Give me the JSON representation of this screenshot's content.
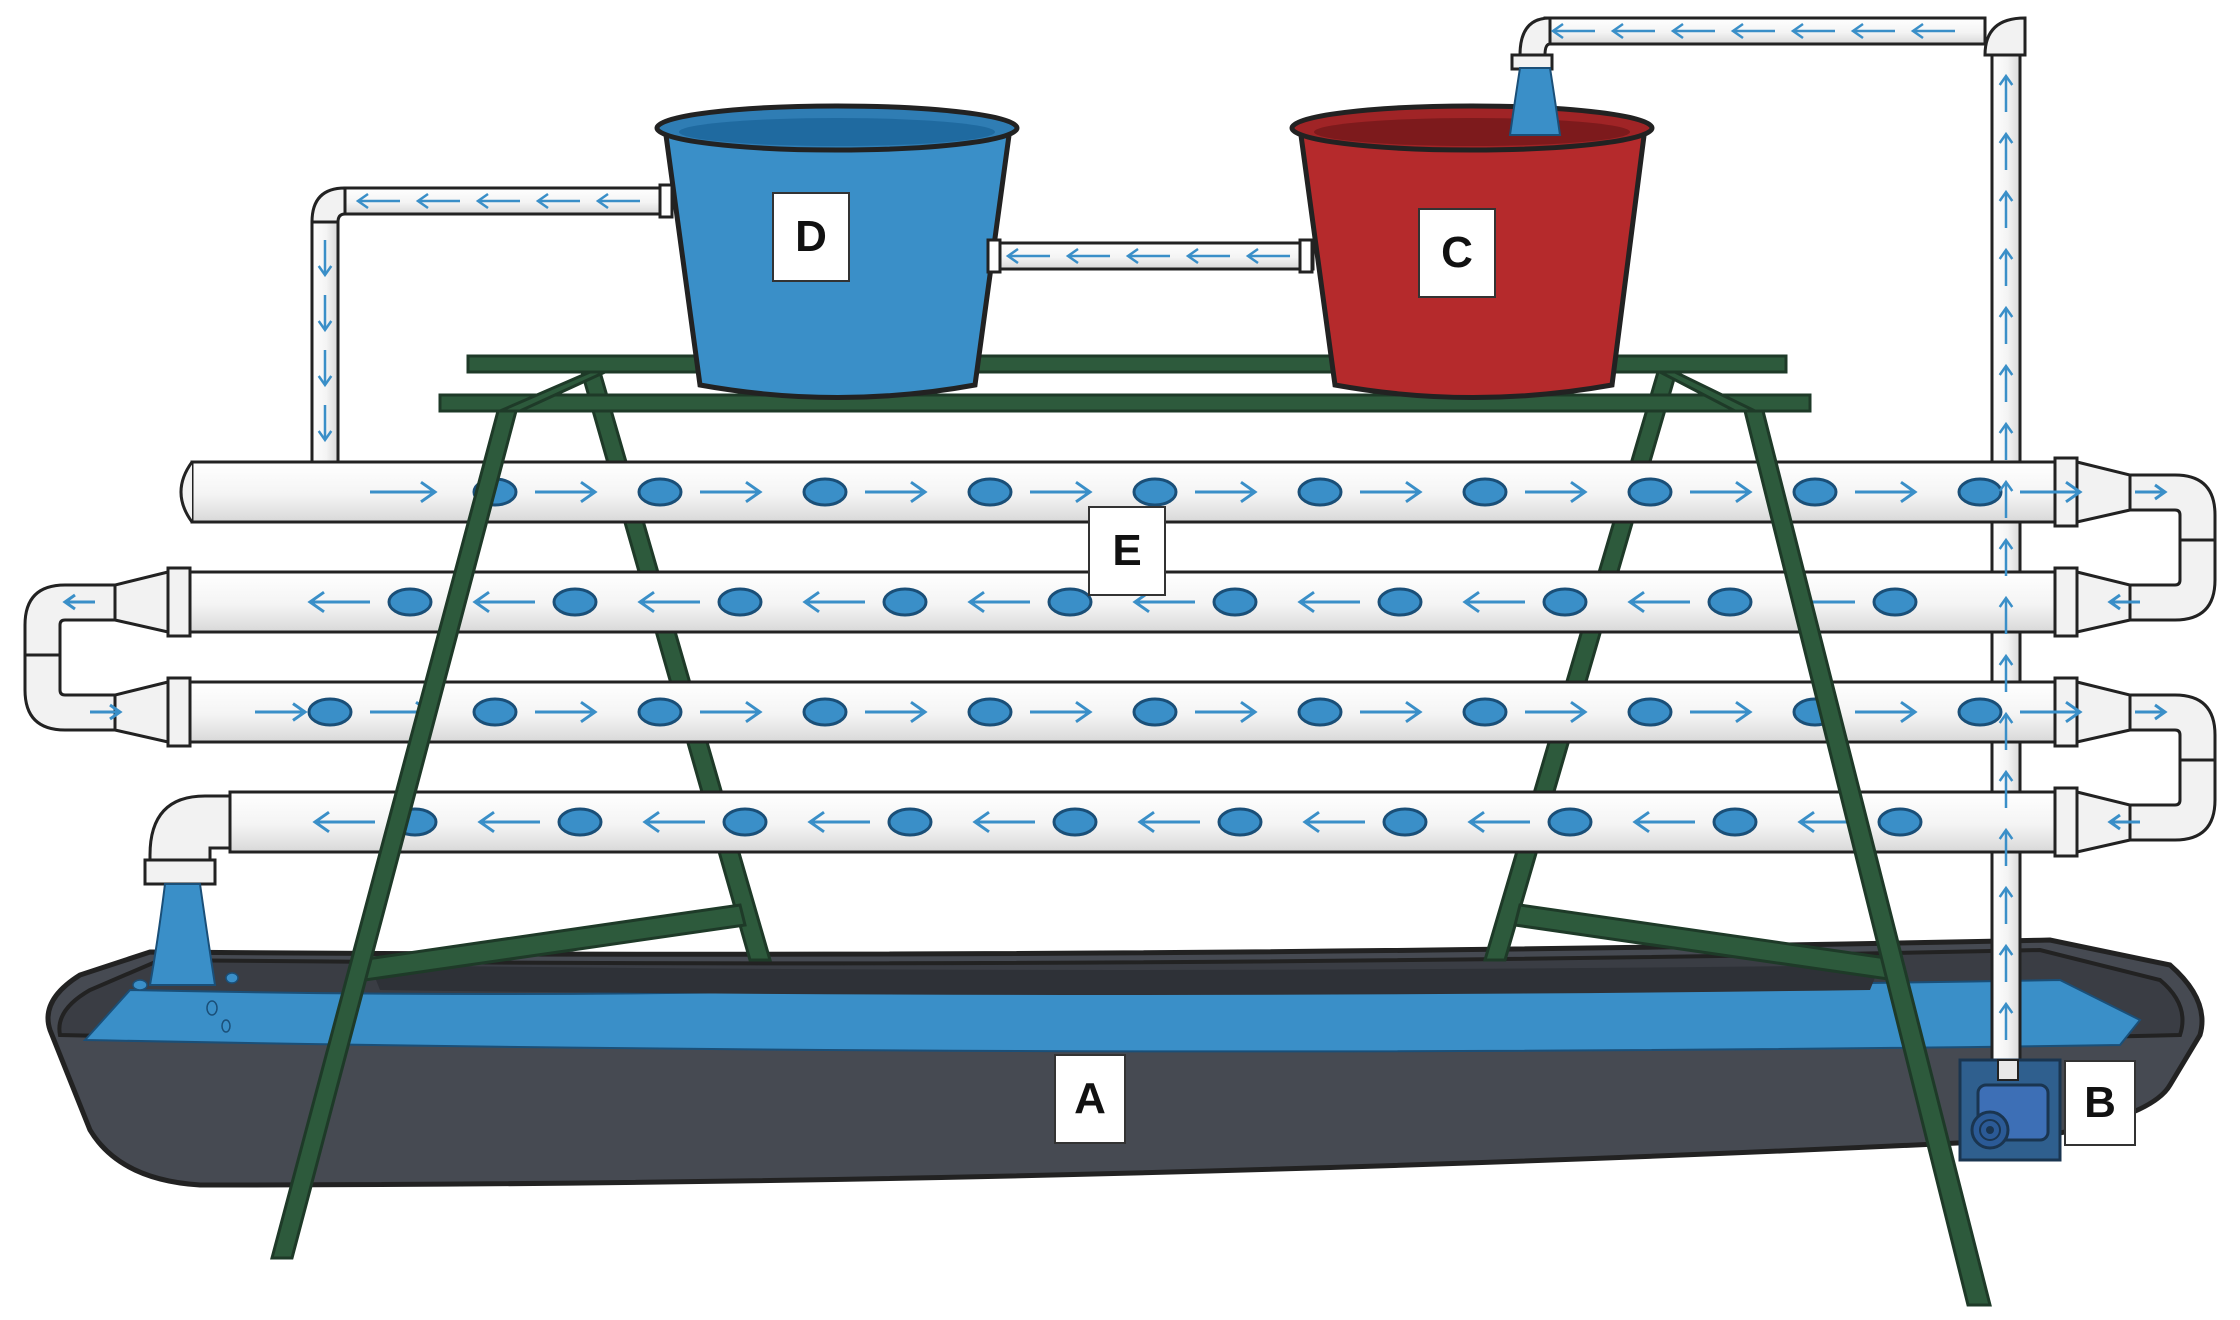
{
  "labels": {
    "a": "A",
    "b": "B",
    "c": "C",
    "d": "D",
    "e": "E"
  },
  "colors": {
    "water": "#3a8fc8",
    "arrow": "#3a8fc8",
    "bucket_d": "#3a8fc8",
    "bucket_c": "#b52a2c",
    "frame": "#2d5a3c",
    "tray": "#464a52",
    "pump": "#3d6fb6",
    "pipe": "#ffffff",
    "outline": "#222222"
  },
  "icons": {
    "arrow": "arrow-icon",
    "water-stream": "water-stream-icon",
    "pump": "pump-icon"
  }
}
